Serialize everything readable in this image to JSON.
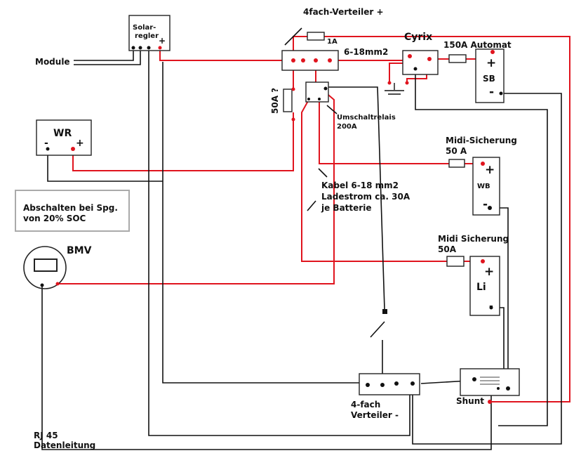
{
  "colors": {
    "positive": "#e0141e",
    "negative": "#111111",
    "box": "#222222",
    "note_border": "#aaaaaa"
  },
  "labels": {
    "solar_regler": [
      "Solar-",
      "regler"
    ],
    "solar_plus": "+",
    "module": "Module",
    "verteiler_plus": "4fach-Verteiler +",
    "fuse_1a": "1A",
    "wire_6_18": "6-18mm2",
    "cyrix": "Cyrix",
    "automat": "150A Automat",
    "sb": "SB",
    "sb_plus": "+",
    "sb_minus": "-",
    "fuse_50a": "50A ?",
    "umschaltrelais": [
      "Umschaltrelais",
      "200A"
    ],
    "wr": "WR",
    "wr_minus": "-",
    "wr_plus": "+",
    "midi1": [
      "Midi-Sicherung",
      "50 A"
    ],
    "wb": "WB",
    "wb_plus": "+",
    "wb_minus": "-",
    "kabel_note": [
      "Kabel 6-18 mm2",
      "Ladestrom ca. 30A",
      "je Batterie"
    ],
    "abschalten": [
      "Abschalten bei Spg.",
      "von 20% SOC"
    ],
    "bmv": "BMV",
    "midi2": [
      "Midi Sicherung",
      "50A"
    ],
    "li": "Li",
    "li_plus": "+",
    "li_minus": "-",
    "verteiler_minus": [
      "4-fach",
      "Verteiler -"
    ],
    "shunt": "Shunt",
    "rj45": [
      "RJ 45",
      "Datenleitung"
    ]
  }
}
